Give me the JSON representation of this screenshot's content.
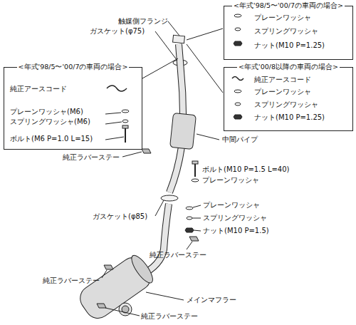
{
  "diagram": {
    "nodes": [
      {
        "text": [
          "<年式'98/5〜'00/7の車両の場合>",
          "プレーンワッシャ",
          "スプリングワッシャ",
          "ナット(M10 P=1.25)"
        ]
      },
      {
        "text": [
          "<年式'98/5〜'00/7の車両の場合>",
          "純正アースコード",
          "プレーンワッシャ(M6)",
          "スプリングワッシャ(M6)",
          "ボルト(M6 P=1.0 L=15)"
        ]
      },
      {
        "text": [
          "<年式'00/8以降の車両の場合>",
          "純正アースコード",
          "プレーンワッシャ",
          "スプリングワッシャ",
          "ナット(M10 P=1.25)"
        ]
      }
    ],
    "labels": [
      "触媒側フランジ",
      "ガスケット(φ75)",
      "中間パイプ",
      "純正ラバーステー",
      "ボルト(M10 P=1.5 L=40)",
      "プレーンワッシャ",
      "ガスケット(φ85)",
      "プレーンワッシャ",
      "スプリングワッシャ",
      "ナット(M10 P=1.5)",
      "純正ラバーステー",
      "純正ラバーステー",
      "メインマフラー",
      "純正ラバーステー"
    ]
  }
}
